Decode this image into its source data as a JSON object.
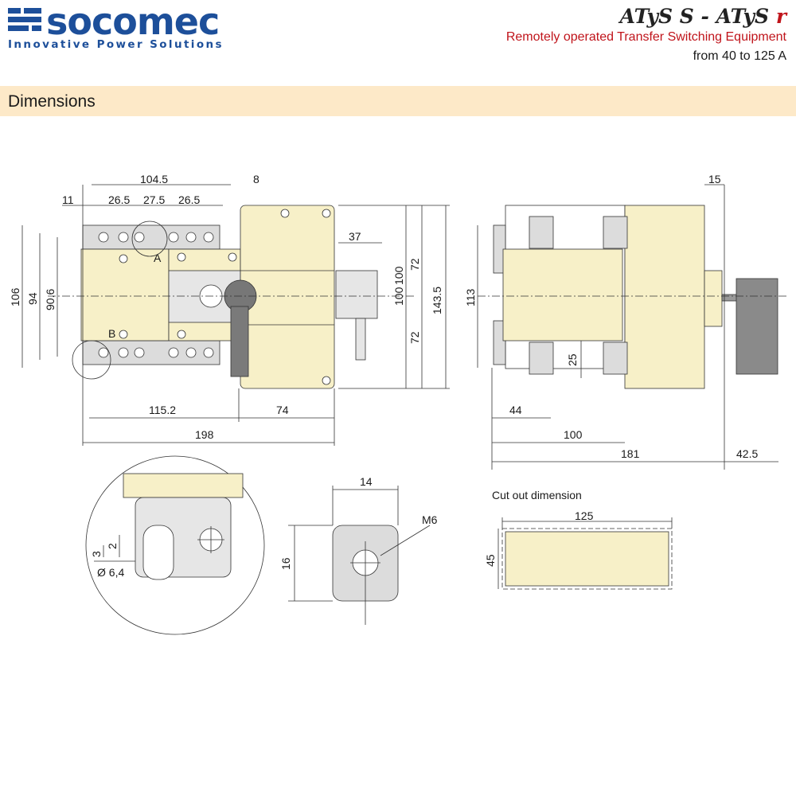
{
  "header": {
    "brand": "socomec",
    "tagline": "Innovative Power Solutions",
    "product_main": "ATyS S - ATyS",
    "product_suffix": "r",
    "subtitle": "Remotely operated Transfer Switching Equipment",
    "range": "from 40 to 125 A"
  },
  "section": {
    "title": "Dimensions"
  },
  "front_view": {
    "dims": [
      "104.5",
      "8",
      "11",
      "26.5",
      "27.5",
      "26.5",
      "37",
      "106",
      "94",
      "90.6",
      "100",
      "100",
      "72",
      "72",
      "143.5",
      "115.2",
      "74",
      "198"
    ],
    "markers": [
      "A",
      "B"
    ]
  },
  "side_view": {
    "dims": [
      "15",
      "113",
      "25",
      "44",
      "100",
      "181",
      "42.5"
    ]
  },
  "detail_view": {
    "dims": [
      "3",
      "2",
      "Ø 6,4"
    ]
  },
  "shaft_view": {
    "dims": [
      "14",
      "16"
    ],
    "thread": "M6"
  },
  "cutout_view": {
    "title": "Cut out dimension",
    "dims": [
      "125",
      "45"
    ]
  },
  "colors": {
    "brand": "#1d4f9a",
    "accent": "#c0141b",
    "section_bg": "#fde9c8",
    "body_fill": "#f7f0c8",
    "terminal_fill": "#dcdcdc"
  }
}
